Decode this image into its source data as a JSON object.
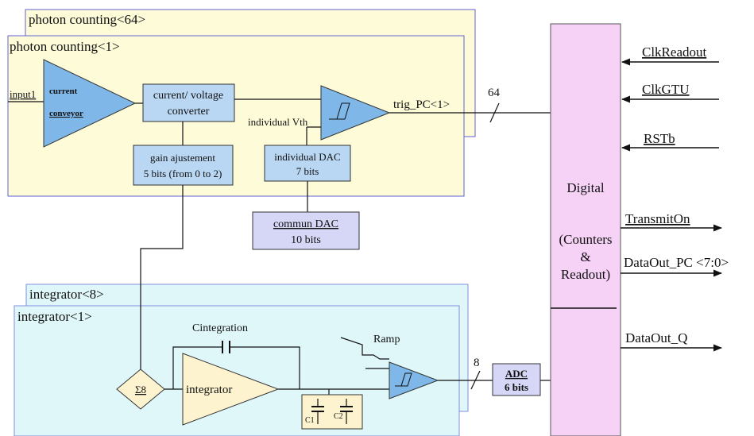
{
  "colors": {
    "pc_bg": "#fdfbd8",
    "pc_border": "#6262d0",
    "int_bg": "#e0f7fa",
    "int_border": "#7f8fe0",
    "block_bg": "#b9d7f3",
    "dac_bg": "#d6d6f6",
    "digital_bg": "#f6d2f6",
    "opamp_bg": "#7fb8e8",
    "integ_bg": "#fdf3cf"
  },
  "photon_counting": {
    "back_title": "photon counting<64>",
    "front_title": "photon counting<1>",
    "input_label": "input1",
    "conveyor_line1": "current",
    "conveyor_line2": "conveyor",
    "converter_line1": "current/ voltage",
    "converter_line2": "converter",
    "vth_label": "individual Vth",
    "trig_label": "trig_PC<1>",
    "gain_line1": "gain ajustement",
    "gain_line2": "5 bits (from 0 to 2)",
    "idac_line1": "individual DAC",
    "idac_line2": "7 bits",
    "bus_width": "64"
  },
  "common_dac": {
    "line1": "commun DAC",
    "line2": "10 bits"
  },
  "integrator_section": {
    "back_title": "integrator<8>",
    "front_title": "integrator<1>",
    "cap_label": "Cintegration",
    "ramp_label": "Ramp",
    "sum_label": "Σ8",
    "integrator_label": "integrator",
    "c1_label": "C1",
    "c2_label": "C2",
    "bus_width": "8",
    "adc_line1": "ADC",
    "adc_line2": "6 bits"
  },
  "digital": {
    "line1": "Digital",
    "line2": "(Counters",
    "line3": "&",
    "line4": "Readout)"
  },
  "signals": {
    "clk_readout": "ClkReadout",
    "clk_gtu": "ClkGTU",
    "rstb": "RSTb",
    "transmit_on": "TransmitOn",
    "data_out_pc": "DataOut_PC <7:0>",
    "data_out_q": "DataOut_Q"
  }
}
